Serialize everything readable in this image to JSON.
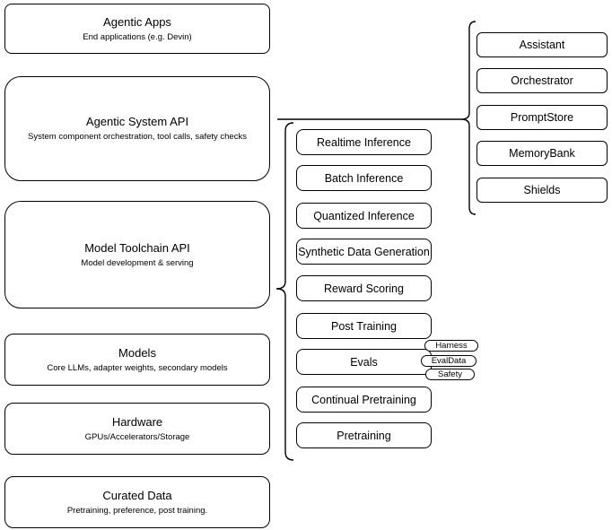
{
  "diagram": {
    "colors": {
      "stroke": "#000000",
      "fill": "#ffffff",
      "text": "#000000"
    },
    "left_column": [
      {
        "title": "Agentic Apps",
        "subtitle": "End applications (e.g. Devin)"
      },
      {
        "title": "Agentic System API",
        "subtitle": "System component orchestration, tool calls, safety checks"
      },
      {
        "title": "Model Toolchain API",
        "subtitle": "Model development & serving"
      },
      {
        "title": "Models",
        "subtitle": "Core LLMs, adapter weights, secondary models"
      },
      {
        "title": "Hardware",
        "subtitle": "GPUs/Accelerators/Storage"
      },
      {
        "title": "Curated Data",
        "subtitle": "Pretraining, preference, post training."
      }
    ],
    "middle_column": [
      "Realtime Inference",
      "Batch Inference",
      "Quantized Inference",
      "Synthetic Data Generation",
      "Reward Scoring",
      "Post Training",
      "Evals",
      "Continual Pretraining",
      "Pretraining"
    ],
    "eval_tags": [
      "Harness",
      "EvalData",
      "Safety"
    ],
    "right_column": [
      "Assistant",
      "Orchestrator",
      "PromptStore",
      "MemoryBank",
      "Shields"
    ]
  }
}
